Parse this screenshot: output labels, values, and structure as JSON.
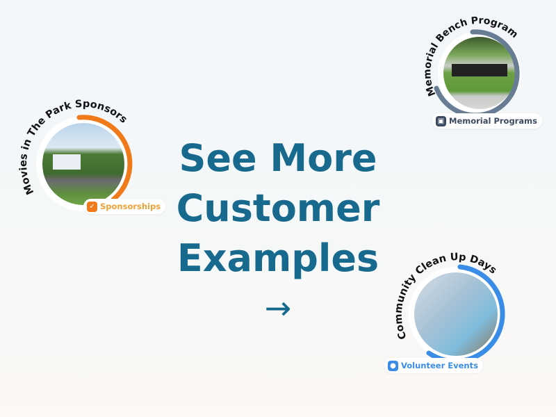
{
  "headline": {
    "lines": [
      "See More",
      "Customer",
      "Examples"
    ],
    "arrow": "→"
  },
  "examples": [
    {
      "title": "Movies in The Park Sponsorship",
      "badge": "Sponsorships",
      "badge_icon": "check-badge-icon",
      "accent": "#f07a1a"
    },
    {
      "title": "Memorial Bench Program",
      "badge": "Memorial Programs",
      "badge_icon": "gift-icon",
      "accent": "#687d93"
    },
    {
      "title": "Community Clean Up Days",
      "badge": "Volunteer Events",
      "badge_icon": "people-icon",
      "accent": "#3a8de6"
    }
  ],
  "colors": {
    "headline": "#17698e",
    "badge_sponsor_text": "#eea236",
    "badge_memorial_text": "#3b4a5e",
    "badge_volunteer_text": "#3a8de6"
  }
}
